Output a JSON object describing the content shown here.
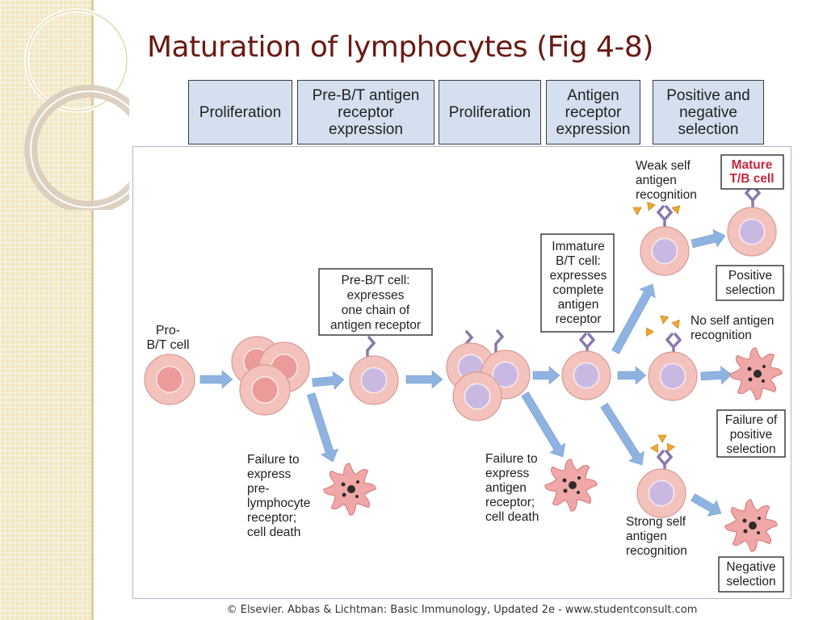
{
  "slide": {
    "title": "Maturation of lymphocytes (Fig 4-8)",
    "caption": "© Elsevier. Abbas & Lichtman: Basic Immunology, Updated 2e - www.studentconsult.com"
  },
  "stages": [
    {
      "label": "Proliferation"
    },
    {
      "label": "Pre-B/T antigen receptor expression"
    },
    {
      "label": "Proliferation"
    },
    {
      "label": "Antigen receptor expression"
    },
    {
      "label": "Positive and negative selection"
    }
  ],
  "labels": {
    "pro_cell": [
      "Pro-",
      "B/T cell"
    ],
    "pre_cell": [
      "Pre-B/T cell:",
      "expresses",
      "one chain of",
      "antigen receptor"
    ],
    "immature_cell": [
      "Immature",
      "B/T cell:",
      "expresses",
      "complete",
      "antigen",
      "receptor"
    ],
    "fail_pre": [
      "Failure to",
      "express",
      "pre-",
      "lymphocyte",
      "receptor;",
      "cell death"
    ],
    "fail_antigen": [
      "Failure to",
      "express",
      "antigen",
      "receptor;",
      "cell death"
    ],
    "weak_self": [
      "Weak self",
      "antigen",
      "recognition"
    ],
    "mature": [
      "Mature",
      "T/B cell"
    ],
    "positive_selection": [
      "Positive",
      "selection"
    ],
    "no_self": [
      "No self antigen",
      "recognition"
    ],
    "failure_positive": [
      "Failure of",
      "positive",
      "selection"
    ],
    "strong_self": [
      "Strong self",
      "antigen",
      "recognition"
    ],
    "negative_selection": [
      "Negative",
      "selection"
    ]
  },
  "colors": {
    "title": "#6a1a12",
    "stage_fill": "#d4e0ef",
    "arrow": "#8fb3e0",
    "cell_outer": "#f4c2bc",
    "cell_pro_nucleus": "#ec9a9a",
    "cell_nucleus": "#c9b9e2",
    "receptor": "#8a78ae",
    "antigen": "#f0a830",
    "dying_cell": "#f0a7a7",
    "mature_text": "#c8283c"
  },
  "icons": {
    "cell": "round-cell-icon",
    "receptor": "y-shaped-receptor-icon",
    "antigen": "antigen-triangle-icon",
    "apoptotic": "apoptotic-cell-icon",
    "arrow": "thick-arrow-icon"
  }
}
